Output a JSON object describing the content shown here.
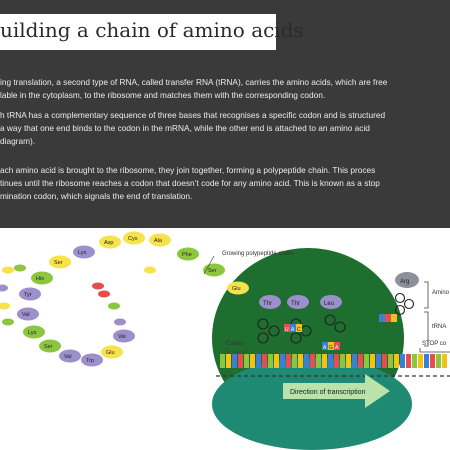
{
  "title": "uilding a chain of amino acids",
  "paragraphs": [
    [
      "ing translation, a second type of RNA, called transfer RNA (tRNA), carries the amino acids, which are free",
      "lable in the cytoplasm, to the ribosome and matches them with the corresponding codon."
    ],
    [
      "h tRNA has a complementary sequence of three bases that recognises a specific codon and is structured",
      "a way that one end binds to the codon in the mRNA, while the other end is attached to an amino acid",
      "diagram)."
    ],
    [
      "ach amino acid is brought to the ribosome, they join together, forming a polypeptide chain. This proces",
      "tinues until the ribosome reaches a codon that doesn’t code for any amino acid. This is known as a stop",
      "mination codon, which signals the end of translation."
    ]
  ],
  "diagram": {
    "label_growing_chain": "Growing polypeptide chain",
    "label_codon": "Codon",
    "label_stop_codon": "STOP co",
    "label_direction": "Direction of transcription",
    "label_amino": "Amino",
    "label_trna": "tRNA",
    "chain_labels": [
      "Asp",
      "Cys",
      "Ala",
      "Phe",
      "Ser",
      "Glu",
      "Lys",
      "Ser",
      "His",
      "Tyr",
      "Val",
      "Lys",
      "Ser",
      "Val",
      "Trp",
      "Glu",
      "Val"
    ],
    "ribosome_labels": [
      "Thr",
      "Thr",
      "Leu"
    ],
    "arg_label": "Arg",
    "anticodon_left": [
      "U",
      "A",
      "C"
    ],
    "anticodon_right": [
      "A",
      "G",
      "A"
    ],
    "colors": {
      "ribosome": "#1d6e2f",
      "ribosome_base": "#1f8a74",
      "arrow": "#b9e3a8",
      "amino_purple": "#9b8fcc",
      "amino_green": "#8cc63f",
      "amino_yellow": "#f6e24a"
    }
  }
}
